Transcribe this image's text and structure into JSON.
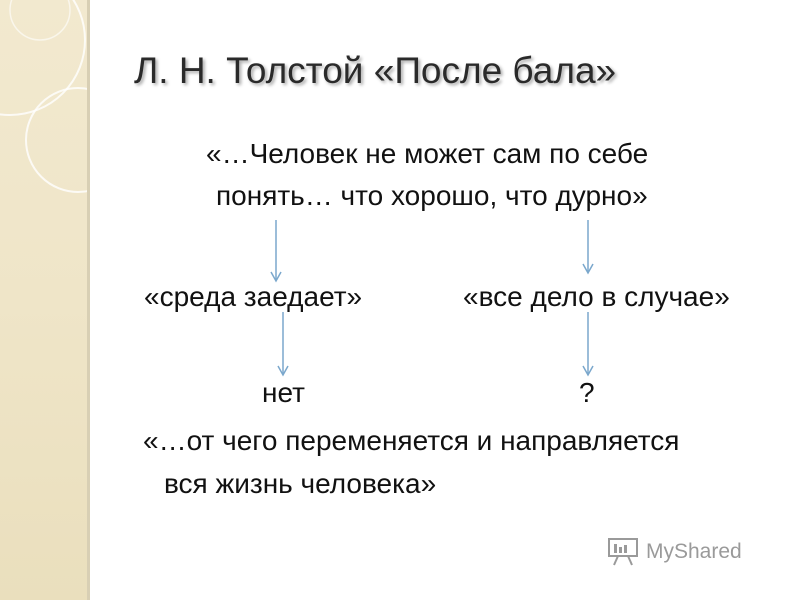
{
  "slide": {
    "title": "Л. Н. Толстой «После бала»",
    "quote_top_line1": "«…Человек не может сам по себе",
    "quote_top_line2": "понять… что хорошо, что дурно»",
    "left_phrase": "«среда заедает»",
    "right_phrase": "«все дело в случае»",
    "left_answer": "нет",
    "right_answer": "?",
    "quote_bottom_line1": "«…от чего переменяется и направляется",
    "quote_bottom_line2": "вся жизнь человека»"
  },
  "watermark": {
    "icon": "presentation-board-icon",
    "text": "MyShared"
  },
  "colors": {
    "side_panel": "#efe5c8",
    "arrow": "#7aa7cc",
    "title": "#2a2a2a",
    "watermark": "#9a9a9a"
  }
}
